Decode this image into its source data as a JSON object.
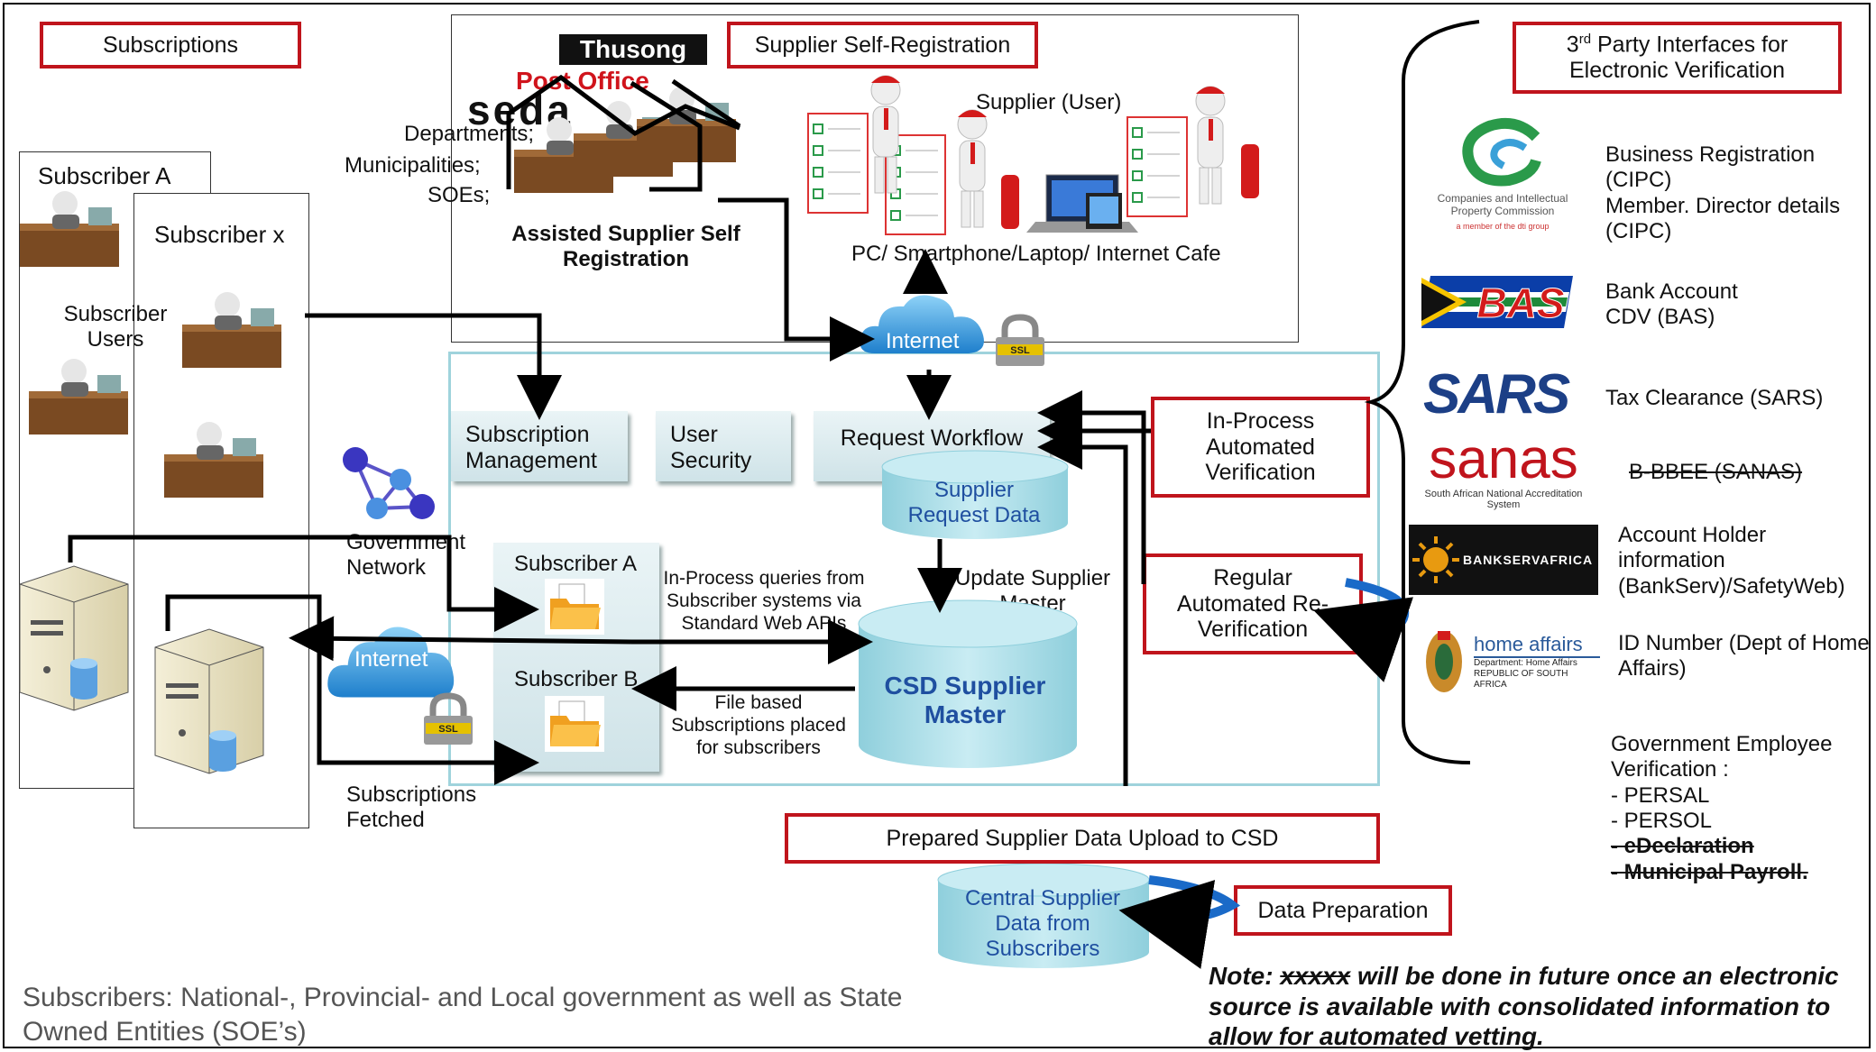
{
  "labels": {
    "subscriptions": "Subscriptions",
    "supplier_self_registration": "Supplier Self-Registration",
    "third_party_line1": "3rd Party Interfaces for",
    "third_party_line2": "Electronic Verification",
    "subscriber_a": "Subscriber A",
    "subscriber_x": "Subscriber x",
    "subscriber_users": "Subscriber Users",
    "dept_line1": "Departments;",
    "dept_line2": "Municipalities;",
    "dept_line3": "SOEs;",
    "assisted_registration": "Assisted Supplier Self Registration",
    "thusong": "Thusong",
    "post_office": "Post Office",
    "seda": "seda",
    "supplier_user": "Supplier (User)",
    "devices": "PC/ Smartphone/Laptop/ Internet Cafe",
    "internet": "Internet",
    "ssl": "SSL",
    "subscription_management": "Subscription Management",
    "user_security": "User Security",
    "request_workflow": "Request Workflow",
    "supplier_request_data": "Supplier Request Data",
    "government_network": "Government Network",
    "panel_subscriber_a": "Subscriber A",
    "panel_subscriber_b": "Subscriber B",
    "inprocess_queries": "In-Process queries from Subscriber systems  via Standard Web APIs",
    "update_supplier_master": "Update Supplier Master",
    "csd_supplier_master": "CSD Supplier Master",
    "file_based": "File based Subscriptions placed for subscribers",
    "subscriptions_fetched": "Subscriptions Fetched",
    "inprocess_verification": "In-Process Automated Verification",
    "regular_reverification": "Regular Automated Re-Verification",
    "prepared_upload": "Prepared Supplier Data Upload to CSD",
    "central_supplier_data": "Central Supplier Data from Subscribers",
    "data_preparation": "Data Preparation",
    "footer_subscribers": "Subscribers:  National-, Provincial- and Local government as well as State Owned Entities (SOE’s)",
    "note_prefix": "Note:",
    "note_strike": "xxxxx",
    "note_rest": "will be done in future once an electronic source is available with consolidated information to allow for automated vetting."
  },
  "interfaces": [
    {
      "logo": "Companies and Intellectual Property Commission",
      "logo_sub": "a member of the dti group",
      "lines": [
        "Business Registration (CIPC)",
        "Member. Director details (CIPC)"
      ]
    },
    {
      "logo": "BAS",
      "lines": [
        "Bank Account",
        "CDV (BAS)"
      ]
    },
    {
      "logo": "SARS",
      "lines": [
        "Tax Clearance (SARS)"
      ]
    },
    {
      "logo": "sanas",
      "logo_sub": "South African National Accreditation System",
      "lines": [
        "B-BBEE (SANAS)"
      ]
    },
    {
      "logo": "BANKSERVAFRICA",
      "lines": [
        "Account Holder information (BankServ)/SafetyWeb)"
      ]
    },
    {
      "logo": "home affairs",
      "logo_sub": "Department: Home Affairs REPUBLIC OF SOUTH AFRICA",
      "lines": [
        "ID Number (Dept of Home Affairs)"
      ]
    }
  ],
  "gov_employee": {
    "title": "Government Employee Verification :",
    "items": [
      "- PERSAL",
      "- PERSOL"
    ],
    "struck_items": [
      "- eDeclaration",
      "- Municipal Payroll."
    ]
  },
  "colors": {
    "red_border": "#c0141c",
    "cyan_frame": "#9fd3dc",
    "cylinder": "#a9dbe6",
    "cloud": "#2a8fd8",
    "blue_text": "#1f4fa0"
  }
}
